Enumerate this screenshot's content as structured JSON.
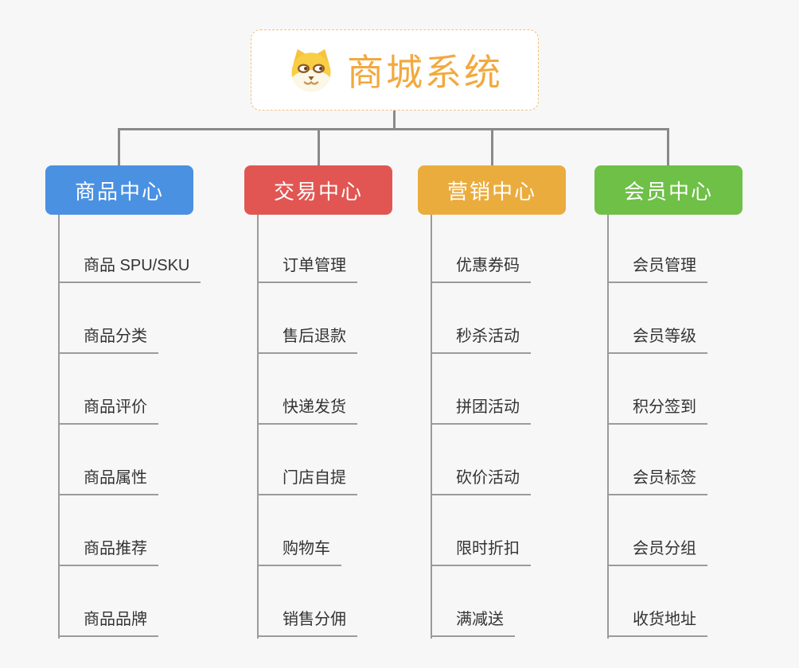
{
  "root": {
    "title": "商城系统",
    "icon": "dog-face-icon",
    "accent_color": "#F2A93E",
    "border_color": "#F0C080"
  },
  "colors": {
    "background": "#F7F7F7",
    "connector": "#8A8A8A",
    "leaf_line": "#9B9B9B",
    "leaf_text": "#333333",
    "header_text": "#FFFFFF"
  },
  "branches": [
    {
      "id": "product-center",
      "label": "商品中心",
      "color": "#4A91E2",
      "items": [
        "商品 SPU/SKU",
        "商品分类",
        "商品评价",
        "商品属性",
        "商品推荐",
        "商品品牌"
      ]
    },
    {
      "id": "trade-center",
      "label": "交易中心",
      "color": "#E15652",
      "items": [
        "订单管理",
        "售后退款",
        "快递发货",
        "门店自提",
        "购物车",
        "销售分佣"
      ]
    },
    {
      "id": "marketing-center",
      "label": "营销中心",
      "color": "#EBAC3E",
      "items": [
        "优惠券码",
        "秒杀活动",
        "拼团活动",
        "砍价活动",
        "限时折扣",
        "满减送"
      ]
    },
    {
      "id": "member-center",
      "label": "会员中心",
      "color": "#6EC047",
      "items": [
        "会员管理",
        "会员等级",
        "积分签到",
        "会员标签",
        "会员分组",
        "收货地址"
      ]
    }
  ]
}
